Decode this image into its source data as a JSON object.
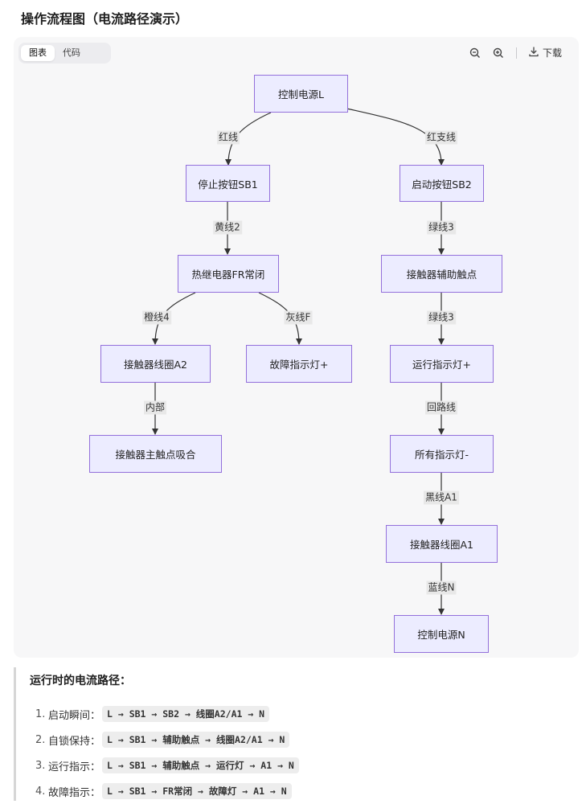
{
  "page": {
    "title": "操作流程图（电流路径演示）"
  },
  "toolbar": {
    "tab_chart": "图表",
    "tab_code": "代码",
    "zoom_out_icon": "zoom-out-icon",
    "zoom_in_icon": "zoom-in-icon",
    "download_icon": "download-icon",
    "download_label": "下载"
  },
  "diagram": {
    "nodes": {
      "power_l": "控制电源L",
      "stop_sb1": "停止按钮SB1",
      "start_sb2": "启动按钮SB2",
      "thermal_fr": "热继电器FR常闭",
      "aux_contact": "接触器辅助触点",
      "coil_a2": "接触器线圈A2",
      "fault_light": "故障指示灯+",
      "run_light": "运行指示灯+",
      "main_contact": "接触器主触点吸合",
      "all_lights_neg": "所有指示灯-",
      "coil_a1": "接触器线圈A1",
      "power_n": "控制电源N"
    },
    "edges": {
      "red_wire": "红线",
      "red_branch": "红支线",
      "yellow_2": "黄线2",
      "green_3a": "绿线3",
      "orange_4": "橙线4",
      "gray_f": "灰线F",
      "green_3b": "绿线3",
      "internal": "内部",
      "return_line": "回路线",
      "black_a1": "黑线A1",
      "blue_n": "蓝线N"
    },
    "colors": {
      "node_fill": "#ececff",
      "node_border": "#9370db",
      "edge": "#333333",
      "label_bg": "#e8e8e8"
    }
  },
  "notes": {
    "title": "运行时的电流路径：",
    "items": [
      {
        "num": "1.",
        "label": "启动瞬间：",
        "path": "L → SB1 → SB2 → 线圈A2/A1 → N"
      },
      {
        "num": "2.",
        "label": "自锁保持：",
        "path": "L → SB1 → 辅助触点 → 线圈A2/A1 → N"
      },
      {
        "num": "3.",
        "label": "运行指示：",
        "path": "L → SB1 → 辅助触点 → 运行灯 → A1 → N"
      },
      {
        "num": "4.",
        "label": "故障指示：",
        "path": "L → SB1 → FR常闭 → 故障灯 → A1 → N"
      }
    ]
  }
}
